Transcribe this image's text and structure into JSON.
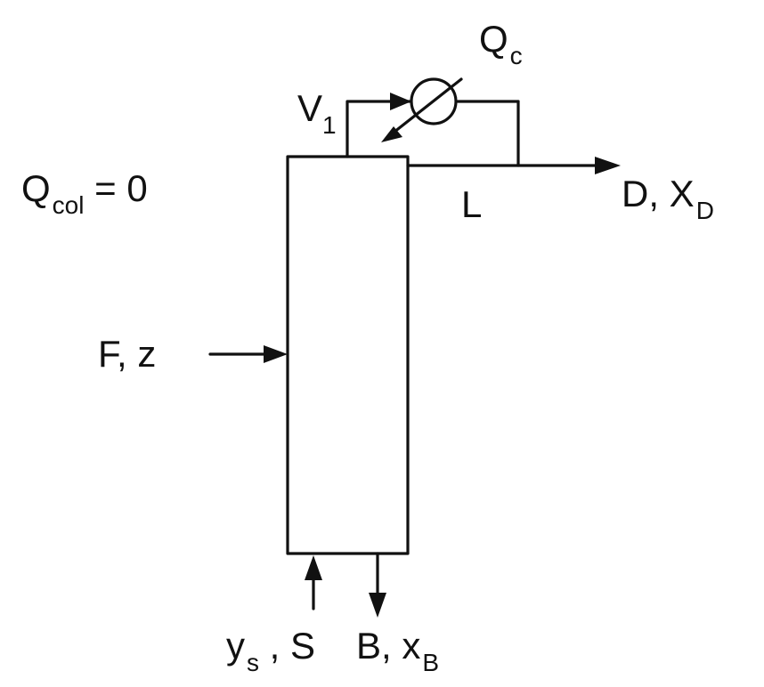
{
  "labels": {
    "condenser_duty": {
      "main": "Q",
      "sub": "c"
    },
    "vapor_top": {
      "main": "V",
      "sub": "1"
    },
    "column_heat": {
      "main": "Q",
      "sub": "col",
      "suffix": " = 0"
    },
    "reflux": {
      "main": "L"
    },
    "distillate": {
      "main": "D, X",
      "sub": "D"
    },
    "feed": {
      "main": "F, z"
    },
    "steam": {
      "main": "y",
      "sub": "s",
      "suffix": " , S"
    },
    "bottoms": {
      "main": "B, x",
      "sub": "B"
    }
  }
}
